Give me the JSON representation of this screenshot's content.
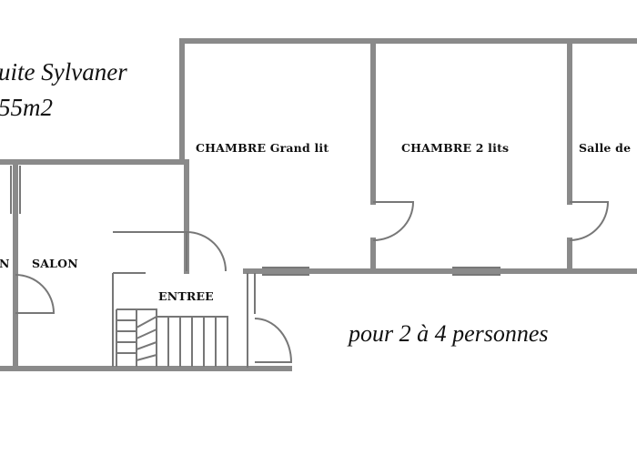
{
  "plan": {
    "title_line1": "uite Sylvaner",
    "title_line2": "55m2",
    "caption": "pour 2 à 4 personnes",
    "colors": {
      "wall": "#8a8a8a",
      "line": "#777777",
      "text": "#111111",
      "background": "#ffffff"
    }
  },
  "rooms": {
    "bedroom_large": "CHAMBRE Grand lit",
    "bedroom_twin": "CHAMBRE 2 lits",
    "bathroom": "Salle de",
    "living": "SALON",
    "entrance": "ENTREE",
    "left_cut": "N"
  }
}
